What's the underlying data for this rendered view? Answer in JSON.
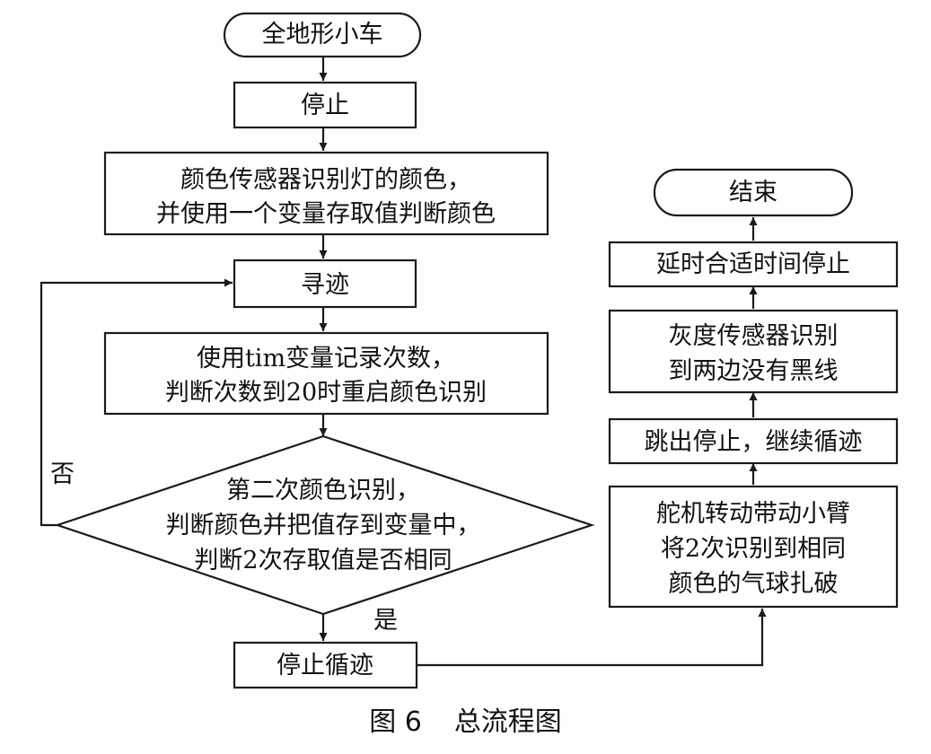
{
  "nodes": {
    "start": {
      "lines": [
        "全地形小车"
      ]
    },
    "stop": {
      "lines": [
        "停止"
      ]
    },
    "color_detect": {
      "lines": [
        "颜色传感器识别灯的颜色，",
        "并使用一个变量存取值判断颜色"
      ]
    },
    "line_follow": {
      "lines": [
        "寻迹"
      ]
    },
    "tim_count": {
      "lines": [
        "使用tim变量记录次数，",
        "判断次数到20时重启颜色识别"
      ]
    },
    "second_detect": {
      "lines": [
        "第二次颜色识别，",
        "判断颜色并把值存到变量中，",
        "判断2次存取值是否相同"
      ]
    },
    "stop_follow": {
      "lines": [
        "停止循迹"
      ]
    },
    "servo_pop": {
      "lines": [
        "舵机转动带动小臂",
        "将2次识别到相同",
        "颜色的气球扎破"
      ]
    },
    "resume_follow": {
      "lines": [
        "跳出停止，继续循迹"
      ]
    },
    "gray_detect": {
      "lines": [
        "灰度传感器识别",
        "到两边没有黑线"
      ]
    },
    "delay_stop": {
      "lines": [
        "延时合适时间停止"
      ]
    },
    "end": {
      "lines": [
        "结束"
      ]
    }
  },
  "edges": {
    "no_label": "否",
    "yes_label": "是"
  },
  "caption": {
    "number": "图 6",
    "title": "总流程图"
  }
}
